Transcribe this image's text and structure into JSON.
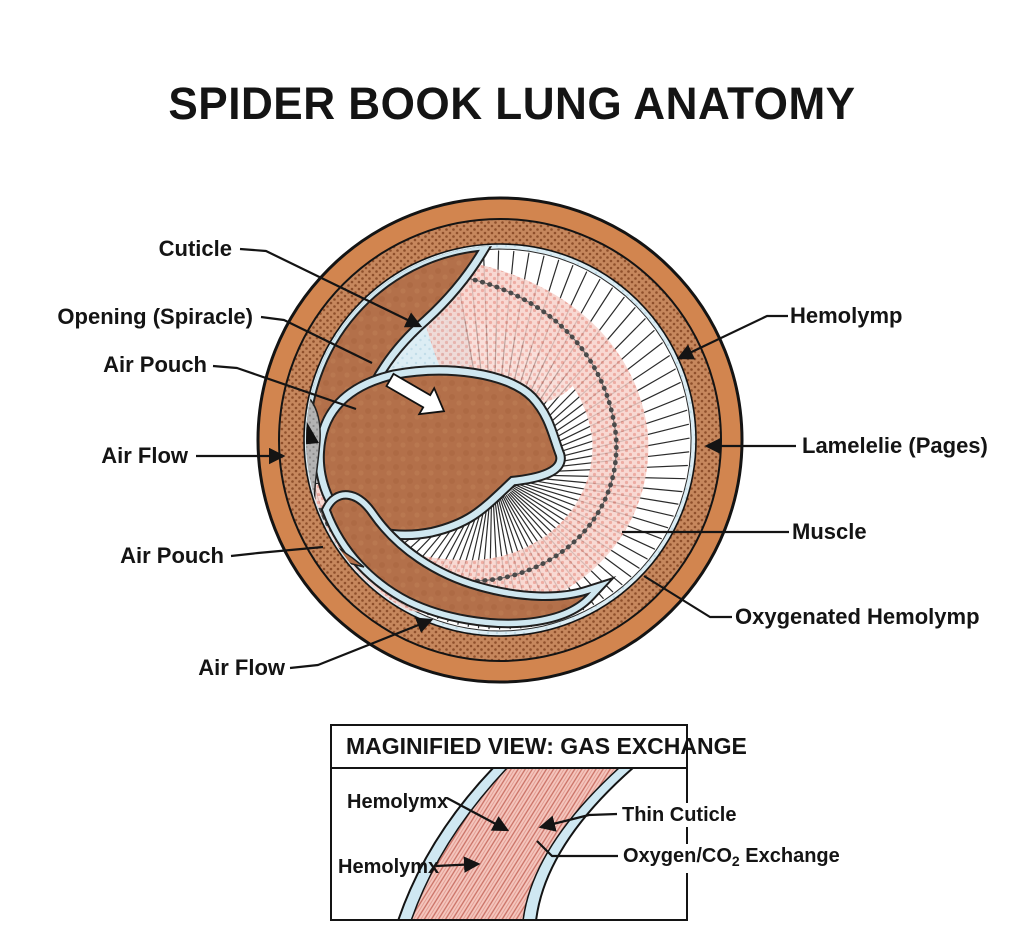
{
  "title": "SPIDER BOOK LUNG ANATOMY",
  "diagram": {
    "labels_left": [
      {
        "id": "cuticle",
        "text": "Cuticle"
      },
      {
        "id": "opening-spiracle",
        "text": "Opening (Spiracle)"
      },
      {
        "id": "air-pouch-upper",
        "text": "Air Pouch"
      },
      {
        "id": "air-flow-upper",
        "text": "Air Flow"
      },
      {
        "id": "air-pouch-lower",
        "text": "Air Pouch"
      },
      {
        "id": "air-flow-lower",
        "text": "Air Flow"
      }
    ],
    "labels_right": [
      {
        "id": "hemolymph",
        "text": "Hemolymp"
      },
      {
        "id": "lamellae-pages",
        "text": "Lamelelie (Pages)"
      },
      {
        "id": "muscle",
        "text": "Muscle"
      },
      {
        "id": "oxygenated-hemolymph",
        "text": "Oxygenated Hemolymp"
      }
    ]
  },
  "inset": {
    "title": "MAGINIFIED VIEW: GAS EXCHANGE",
    "labels": {
      "hemolymph_upper": "Hemolymx",
      "hemolymph_lower": "Hemolymx",
      "thin_cuticle": "Thin Cuticle",
      "oxygen_pre": "Oxygen/CO",
      "oxygen_sub": "2",
      "oxygen_post": " Exchange"
    }
  },
  "colors": {
    "ink": "#141414",
    "cuticle_orange": "#d2854f",
    "stipple_brown": "#c6875d",
    "tissue_brown": "#b3704a",
    "air_blue": "#dcedf4",
    "hemolymph_pink": "#f0aca3",
    "pouch_gray": "#b3b3b3"
  }
}
